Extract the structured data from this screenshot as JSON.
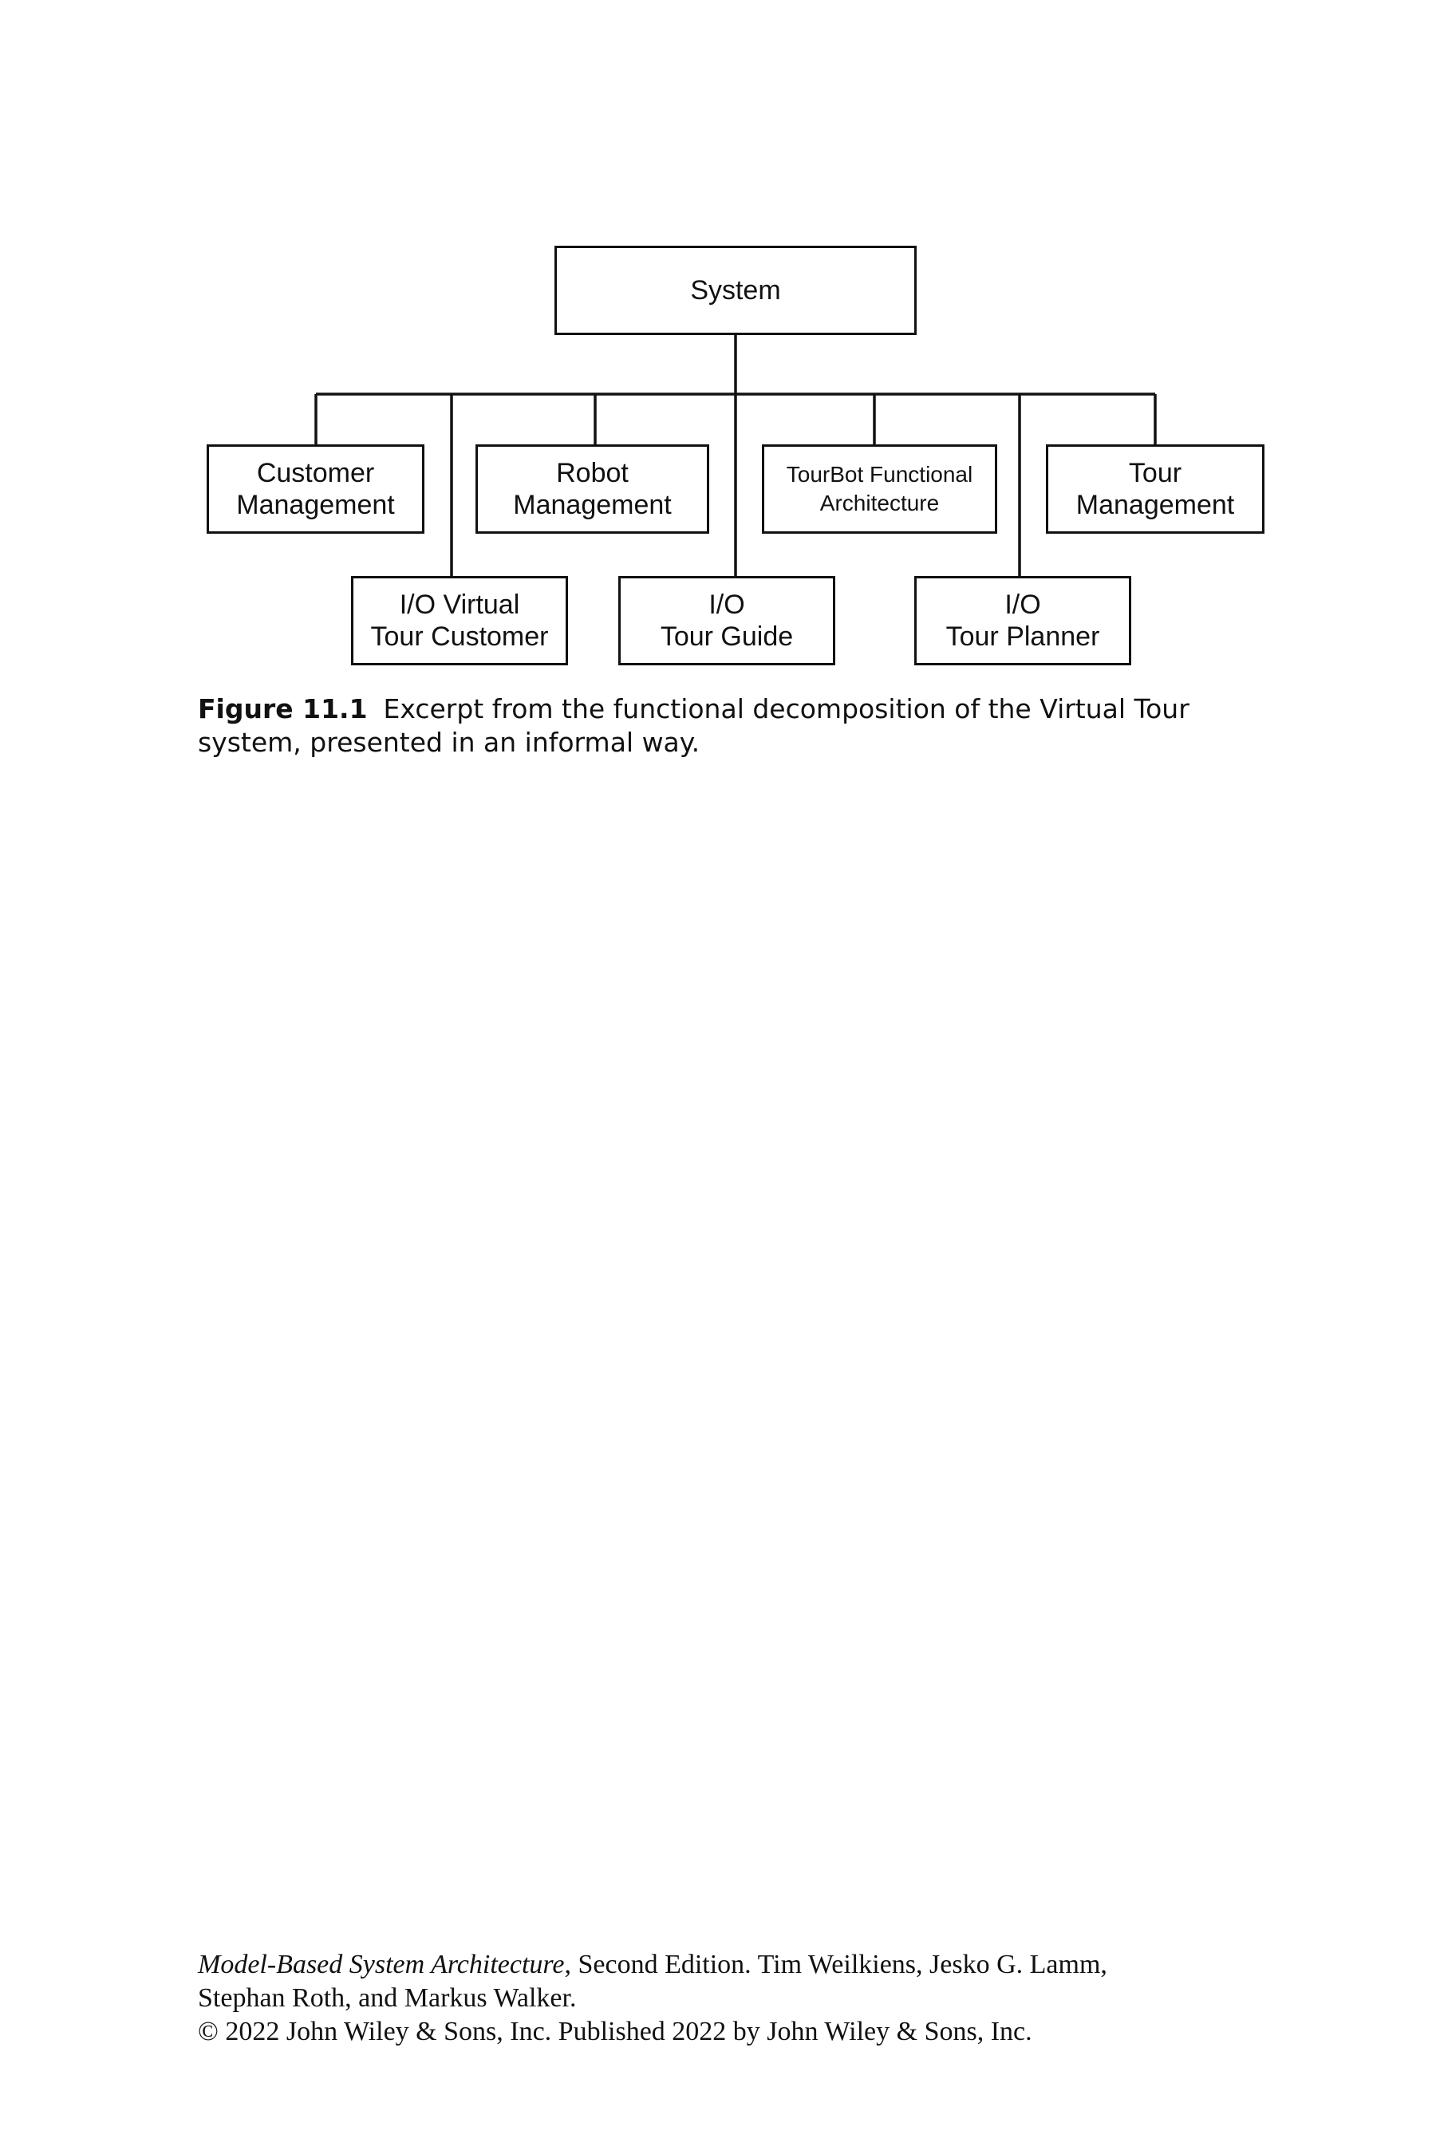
{
  "diagram": {
    "root": "System",
    "upper_row": [
      "Customer\nManagement",
      "Robot\nManagement",
      "TourBot Functional\nArchitecture",
      "Tour\nManagement"
    ],
    "lower_row": [
      "I/O Virtual\nTour Customer",
      "I/O\nTour Guide",
      "I/O\nTour Planner"
    ]
  },
  "caption": {
    "label": "Figure 11.1",
    "text": "Excerpt from the functional decomposition of the Virtual Tour system, presented in an informal way."
  },
  "footer": {
    "book_title": "Model-Based System Architecture",
    "line1_rest": ", Second Edition. Tim Weilkiens, Jesko G. Lamm,",
    "line2": "Stephan Roth, and Markus Walker.",
    "line3": "© 2022 John Wiley & Sons, Inc. Published 2022 by John Wiley & Sons, Inc."
  }
}
